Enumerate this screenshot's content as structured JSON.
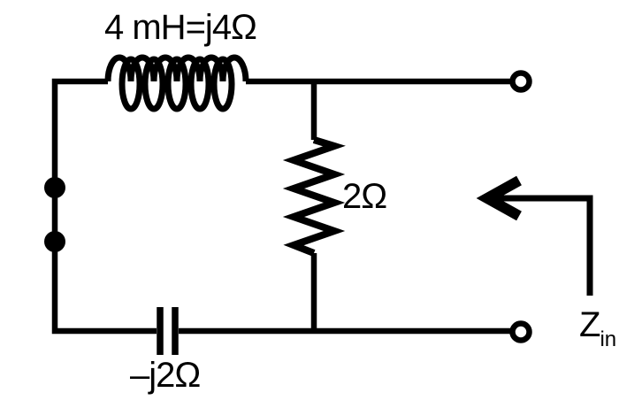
{
  "figure": {
    "kind": "circuit-diagram",
    "background_color": "#ffffff",
    "line_color": "#000000"
  },
  "components": {
    "inductor": {
      "kind": "inductor",
      "label": "4 mH=j4Ω",
      "position": "top-branch"
    },
    "resistor": {
      "kind": "resistor",
      "label": "2Ω",
      "position": "middle-branch"
    },
    "capacitor": {
      "kind": "capacitor",
      "label": "–j2Ω",
      "position": "bottom-branch"
    },
    "input_impedance": {
      "kind": "annotation",
      "symbol": "Z",
      "subscript": "in"
    }
  }
}
